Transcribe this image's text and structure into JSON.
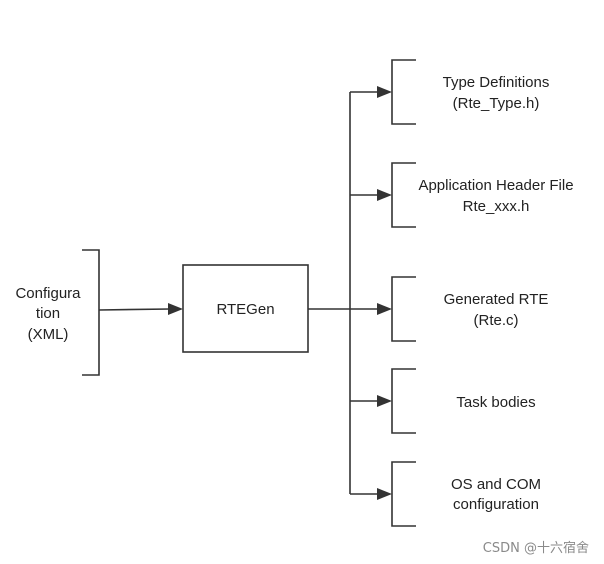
{
  "input": {
    "line1": "Configura",
    "line2": "tion",
    "line3": "(XML)"
  },
  "generator": {
    "label": "RTEGen"
  },
  "outputs": [
    {
      "line1": "Type Definitions",
      "line2": "(Rte_Type.h)"
    },
    {
      "line1": "Application Header File",
      "line2": "Rte_xxx.h"
    },
    {
      "line1": "Generated RTE",
      "line2": "(Rte.c)"
    },
    {
      "line1": "Task bodies",
      "line2": ""
    },
    {
      "line1": "OS and COM",
      "line2": "configuration"
    }
  ],
  "watermark": "CSDN @十六宿舍",
  "colors": {
    "stroke": "#333333",
    "text": "#222222",
    "watermark": "#8a8a8a"
  }
}
